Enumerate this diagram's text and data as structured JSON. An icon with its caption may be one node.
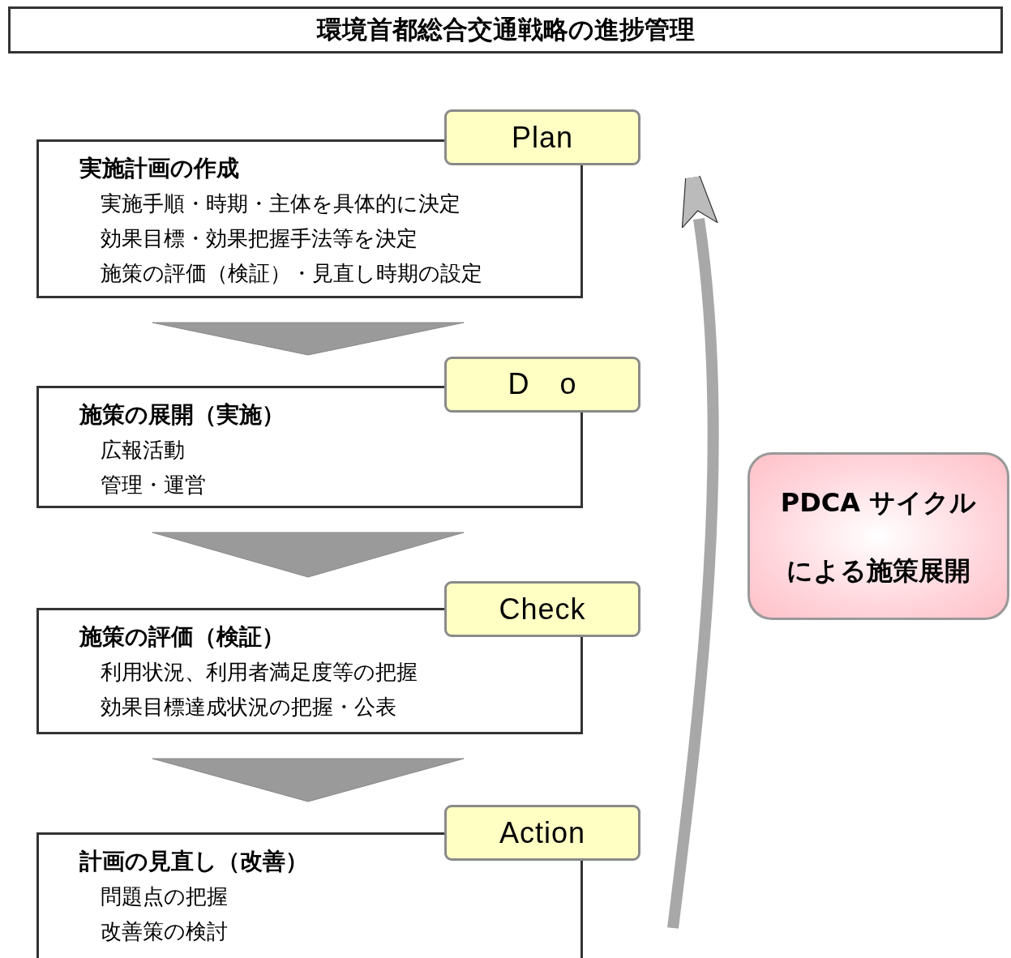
{
  "diagram": {
    "title": "環境首都総合交通戦略の進捗管理",
    "nodes": [
      {
        "text": [
          "Plan"
        ]
      },
      {
        "text": [
          "実施計画の作成",
          "実施手順・時期・主体を具体的に決定",
          "効果目標・効果把握手法等を決定",
          "施策の評価（検証）・見直し時期の設定"
        ]
      },
      {
        "text": [
          "D　o"
        ]
      },
      {
        "text": [
          "施策の展開（実施）",
          "広報活動",
          "管理・運営"
        ]
      },
      {
        "text": [
          "Check"
        ]
      },
      {
        "text": [
          "施策の評価（検証）",
          "利用状況、利用者満足度等の把握",
          "効果目標達成状況の把握・公表"
        ]
      },
      {
        "text": [
          "Action"
        ]
      },
      {
        "text": [
          "計画の見直し（改善）",
          "問題点の把握",
          "改善策の検討"
        ]
      },
      {
        "text": [
          "PDCA サイクルによる施策展開"
        ]
      }
    ],
    "edges": [
      {
        "from": 1,
        "to": 3,
        "arrow": "to"
      },
      {
        "from": 3,
        "to": 5,
        "arrow": "to"
      },
      {
        "from": 5,
        "to": 7,
        "arrow": "to"
      },
      {
        "from": null,
        "to": 0,
        "arrow": "to"
      }
    ]
  }
}
